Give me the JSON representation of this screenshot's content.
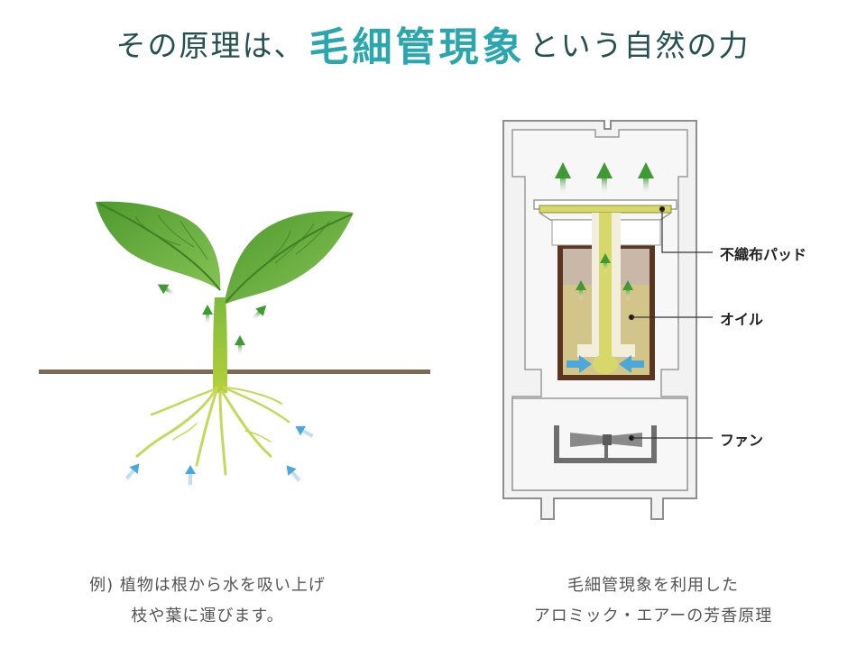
{
  "title": {
    "prefix": "その原理は、",
    "emphasis": "毛細管現象",
    "suffix": "という自然の力"
  },
  "plant_example": {
    "caption_line1": "例) 植物は根から水を吸い上げ",
    "caption_line2": "枝や葉に運びます。"
  },
  "diffuser": {
    "labels": {
      "pad": "不織布パッド",
      "oil": "オイル",
      "fan": "ファン"
    },
    "caption_line1": "毛細管現象を利用した",
    "caption_line2": "アロミック・エアーの芳香原理"
  },
  "colors": {
    "title_text": "#24504f",
    "title_emphasis": "#2aa6ad",
    "leaf_green": "#5fa83a",
    "up_arrow_green": "#3f9a34",
    "water_arrow_blue": "#4aa8dc",
    "oil_brown": "#5a3522",
    "oil_fill": "#d3c48a",
    "wick_yellow": "#d7d86a",
    "ground": "#7d6a55"
  }
}
